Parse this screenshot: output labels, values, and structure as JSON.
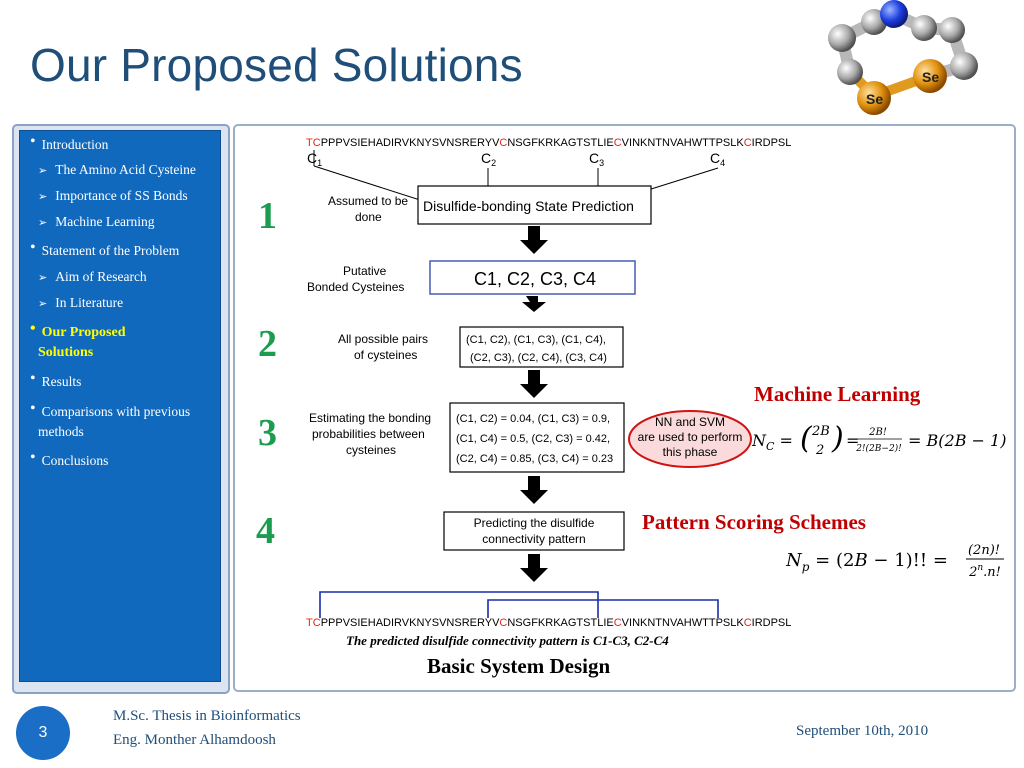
{
  "slide": {
    "title": "Our Proposed Solutions",
    "molecule_labels": [
      "Se",
      "Se"
    ]
  },
  "sidebar": {
    "items": [
      {
        "label": "Introduction",
        "type": "bullet"
      },
      {
        "label": "The Amino Acid Cysteine",
        "type": "sub"
      },
      {
        "label": "Importance of SS Bonds",
        "type": "sub"
      },
      {
        "label": "Machine Learning",
        "type": "sub"
      },
      {
        "label": "Statement of the Problem",
        "type": "bullet"
      },
      {
        "label": "Aim of Research",
        "type": "sub"
      },
      {
        "label": "In Literature",
        "type": "sub"
      },
      {
        "label_line1": "Our Proposed",
        "label_line2": "Solutions",
        "type": "bullet",
        "active": true
      },
      {
        "label": "Results",
        "type": "bullet"
      },
      {
        "label_line1": "Comparisons with previous",
        "label_line2": "methods",
        "type": "bullet"
      },
      {
        "label": "Conclusions",
        "type": "bullet"
      }
    ]
  },
  "diagram": {
    "sequence": {
      "c1": "C",
      "s1": "PPPVSIEHADIRVKNYSVNSRERYV",
      "c2": "C",
      "s2": "NSGFKRKAGTSTLIE",
      "c3": "C",
      "s3": "VINKNTNVAHWTTPSLK",
      "c4": "C",
      "s4": "IRDPSL",
      "t": "T"
    },
    "cys_labels": [
      "C",
      "C",
      "C",
      "C"
    ],
    "cys_subs": [
      "1",
      "2",
      "3",
      "4"
    ],
    "assumed_line1": "Assumed to be",
    "assumed_line2": "done",
    "box1": "Disulfide-bonding State Prediction",
    "putative_line1": "Putative",
    "putative_line2": "Bonded Cysteines",
    "box2_text": "C1, C2, C3, C4",
    "pairs_line1": "All possible pairs",
    "pairs_line2": "of cysteines",
    "box3_line1": "(C1, C2), (C1, C3), (C1, C4),",
    "box3_line2": "(C2, C3), (C2, C4), (C3, C4)",
    "est_line1": "Estimating the bonding",
    "est_line2": "probabilities between",
    "est_line3": "cysteines",
    "box4_line1": "(C1, C2) = 0.04, (C1, C3) = 0.9,",
    "box4_line2": "(C1, C4) = 0.5, (C2, C3) = 0.42,",
    "box4_line3": "(C2, C4) = 0.85, (C3, C4) = 0.23",
    "nn_line1": "NN and SVM",
    "nn_line2": "are used to perform",
    "nn_line3": "this phase",
    "box5_line1": "Predicting the disulfide",
    "box5_line2": "connectivity pattern",
    "result_text": "The predicted disulfide connectivity pattern is C1-C3, C2-C4",
    "steps": [
      "1",
      "2",
      "3",
      "4"
    ],
    "ml_title": "Machine Learning",
    "ps_title": "Pattern Scoring Schemes",
    "caption": "Basic System Design"
  },
  "footer": {
    "page_number": "3",
    "thesis": "M.Sc. Thesis in Bioinformatics",
    "author": "Eng. Monther Alhamdoosh",
    "date": "September 10th, 2010"
  },
  "colors": {
    "title": "#1f4e79",
    "sidebar": "#1169bd",
    "active": "#ffff00",
    "step": "#1b9c4f",
    "accent_red": "#c00000",
    "cys_red": "#e0281e",
    "link_blue": "#1a2fa8"
  }
}
